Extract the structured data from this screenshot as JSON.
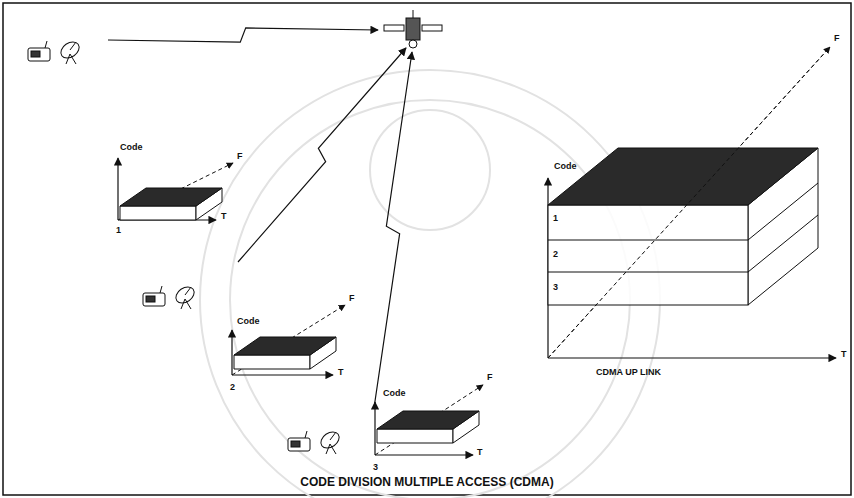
{
  "diagram": {
    "title": "CODE DIVISION MULTIPLE ACCESS (CDMA)",
    "labels": [
      "Code",
      "F",
      "T",
      "1",
      "Code",
      "F",
      "T",
      "1",
      "2",
      "3",
      "CDMA UP LINK",
      "Code",
      "F",
      "T",
      "2",
      "Code",
      "F",
      "T",
      "3"
    ]
  }
}
